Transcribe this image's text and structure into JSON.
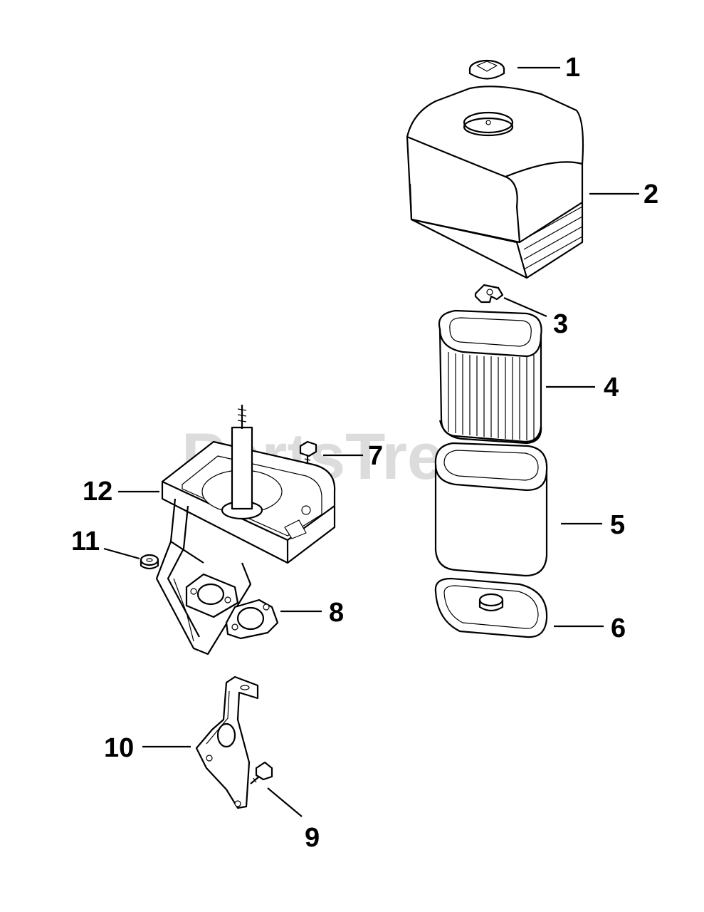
{
  "watermark": "PartsTree",
  "callouts": [
    {
      "id": "1",
      "label": "1",
      "part": "wing-nut-top"
    },
    {
      "id": "2",
      "label": "2",
      "part": "air-cleaner-cover"
    },
    {
      "id": "3",
      "label": "3",
      "part": "wing-nut-inner"
    },
    {
      "id": "4",
      "label": "4",
      "part": "paper-filter-element"
    },
    {
      "id": "5",
      "label": "5",
      "part": "foam-pre-cleaner"
    },
    {
      "id": "6",
      "label": "6",
      "part": "seal-plate"
    },
    {
      "id": "7",
      "label": "7",
      "part": "screw-top"
    },
    {
      "id": "8",
      "label": "8",
      "part": "gasket"
    },
    {
      "id": "9",
      "label": "9",
      "part": "screw-bracket"
    },
    {
      "id": "10",
      "label": "10",
      "part": "bracket"
    },
    {
      "id": "11",
      "label": "11",
      "part": "nut"
    },
    {
      "id": "12",
      "label": "12",
      "part": "air-cleaner-base"
    }
  ]
}
